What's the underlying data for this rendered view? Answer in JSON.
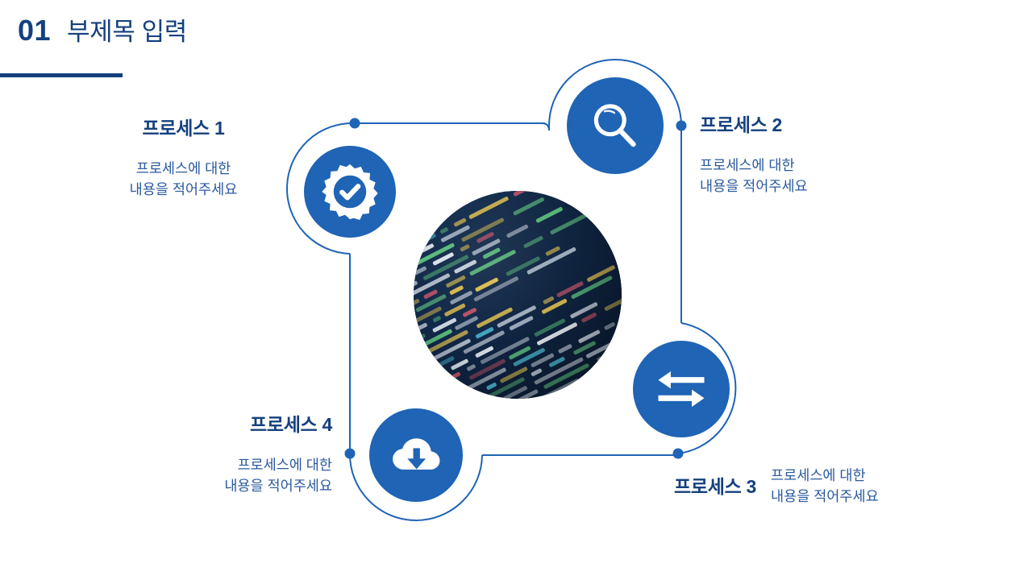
{
  "slide": {
    "number": "01",
    "title": "부제목 입력",
    "accent_dark": "#14407e",
    "accent_blue": "#1f64b5",
    "body_blue": "#2a5a9e",
    "background": "#ffffff"
  },
  "center": {
    "image_label": "source-code-photo",
    "description": "PHP 소스코드 사진"
  },
  "processes": [
    {
      "id": "process-1",
      "title": "프로세스 1",
      "body_line1": "프로세스에 대한",
      "body_line2": "내용을 적어주세요",
      "icon": "gear-check-icon"
    },
    {
      "id": "process-2",
      "title": "프로세스 2",
      "body_line1": "프로세스에 대한",
      "body_line2": "내용을 적어주세요",
      "icon": "magnifier-icon"
    },
    {
      "id": "process-3",
      "title": "프로세스 3",
      "body_line1": "프로세스에 대한",
      "body_line2": "내용을 적어주세요",
      "icon": "exchange-arrows-icon"
    },
    {
      "id": "process-4",
      "title": "프로세스 4",
      "body_line1": "프로세스에 대한",
      "body_line2": "내용을 적어주세요",
      "icon": "cloud-download-icon"
    }
  ]
}
